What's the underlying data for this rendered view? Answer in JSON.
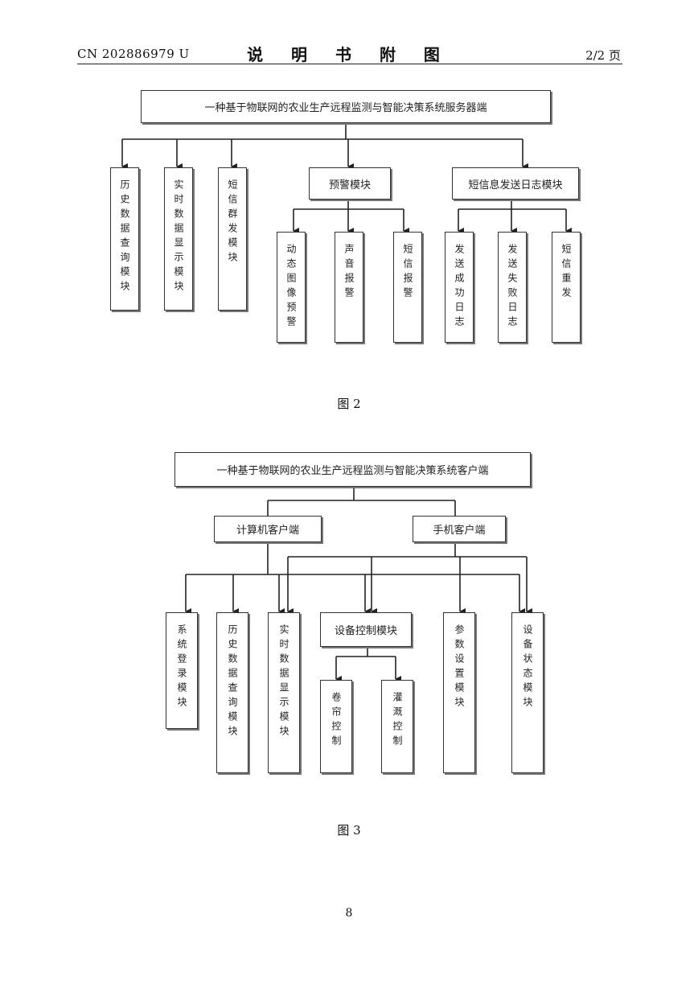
{
  "header": {
    "patent_number": "CN 202886979 U",
    "title": "说 明 书 附 图",
    "page_of": "2/2 页"
  },
  "figure2": {
    "caption": "图 2",
    "root": "一种基于物联网的农业生产远程监测与智能决策系统服务器端",
    "modules": [
      "历史数据查询模块",
      "实时数据显示模块",
      "短信群发模块"
    ],
    "warning": {
      "label": "预警模块",
      "children": [
        "动态图像预警",
        "声音报警",
        "短信报警"
      ]
    },
    "sms_log": {
      "label": "短信息发送日志模块",
      "children": [
        "发送成功日志",
        "发送失败日志",
        "短信重发"
      ]
    }
  },
  "figure3": {
    "caption": "图 3",
    "root": "一种基于物联网的农业生产远程监测与智能决策系统客户端",
    "computer_client": "计算机客户端",
    "mobile_client": "手机客户端",
    "modules": [
      "系统登录模块",
      "历史数据查询模块",
      "实时数据显示模块"
    ],
    "device_control": {
      "label": "设备控制模块",
      "children": [
        "卷帘控制",
        "灌溉控制"
      ]
    },
    "param_module": "参数设置模块",
    "status_module": "设备状态模块"
  },
  "page_number": "8"
}
